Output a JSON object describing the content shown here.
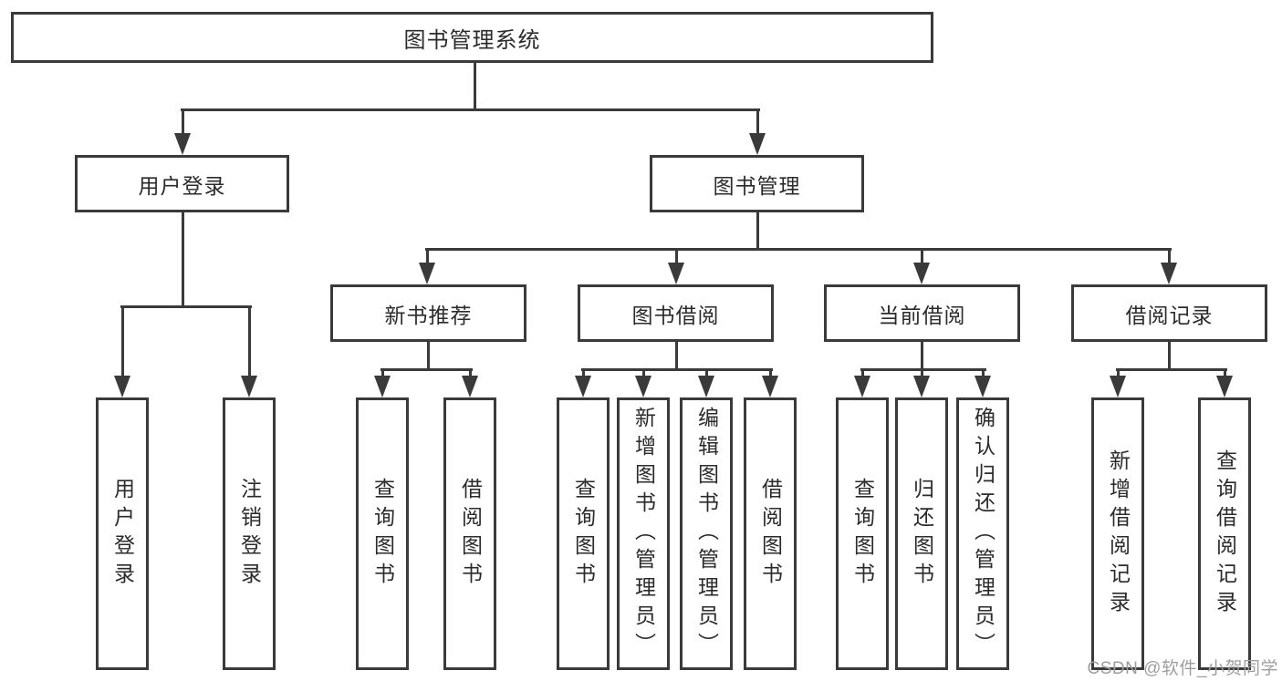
{
  "diagram": {
    "title": "图书管理系统",
    "root": {
      "label": "图书管理系统"
    },
    "level2": [
      {
        "label": "用户登录"
      },
      {
        "label": "图书管理"
      }
    ],
    "level3": [
      {
        "label": "新书推荐"
      },
      {
        "label": "图书借阅"
      },
      {
        "label": "当前借阅"
      },
      {
        "label": "借阅记录"
      }
    ],
    "leaves": {
      "user_login": [
        "用户登录",
        "注销登录"
      ],
      "new_book": [
        "查询图书",
        "借阅图书"
      ],
      "book_borrow": [
        "查询图书",
        "新增图书（管理员）",
        "编辑图书（管理员）",
        "借阅图书"
      ],
      "current_borrow": [
        "查询图书",
        "归还图书",
        "确认归还（管理员）"
      ],
      "borrow_record": [
        "新增借阅记录",
        "查询借阅记录"
      ]
    },
    "colors": {
      "line": "#3a3a3a",
      "text": "#2b2b2b",
      "background": "#ffffff",
      "watermark": "#9e9e9e"
    }
  },
  "watermark": {
    "text": "CSDN @软件_小贺同学"
  }
}
